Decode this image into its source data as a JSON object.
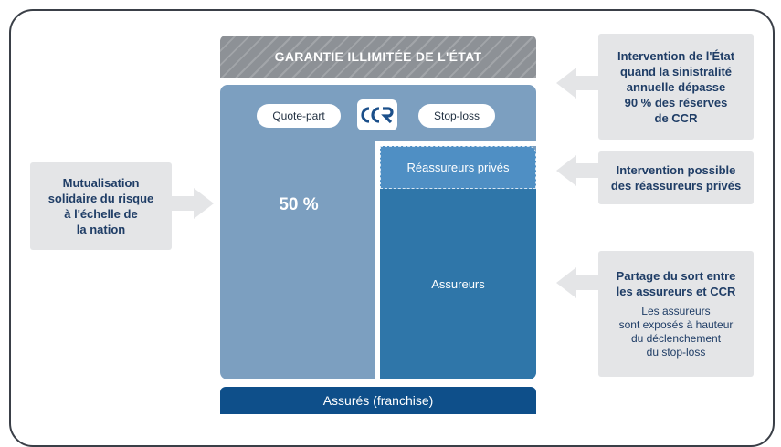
{
  "diagram": {
    "guarantee_label": "GARANTIE ILLIMITÉE DE L'ÉTAT",
    "quota_share_label": "Quote-part",
    "ccr_logo_text": "CCR",
    "stop_loss_label": "Stop-loss",
    "ccr_share_label": "50 %",
    "private_reinsurers_label": "Réassureurs privés",
    "insurers_label": "Assureurs",
    "insured_label": "Assurés (franchise)"
  },
  "left_note": {
    "text": "Mutualisation\nsolidaire du risque\nà l'échelle de\nla nation"
  },
  "right_notes": {
    "state": "Intervention de l'État\nquand la sinistralité\nannuelle dépasse\n90 % des réserves\nde CCR",
    "private": "Intervention possible\ndes réassureurs privés",
    "share_title": "Partage du sort entre\nles assureurs et CCR",
    "share_detail": "Les assureurs\nsont exposés à hauteur\ndu déclenchement\ndu stop-loss"
  },
  "colors": {
    "ccr_block": "#7c9fc0",
    "private_reinsurers": "#4f8fc4",
    "insurers": "#2f76a9",
    "insured": "#0e4f8a",
    "guarantee": "#8d9196",
    "note_text": "#1f3d66",
    "note_background": "#e4e5e7"
  }
}
